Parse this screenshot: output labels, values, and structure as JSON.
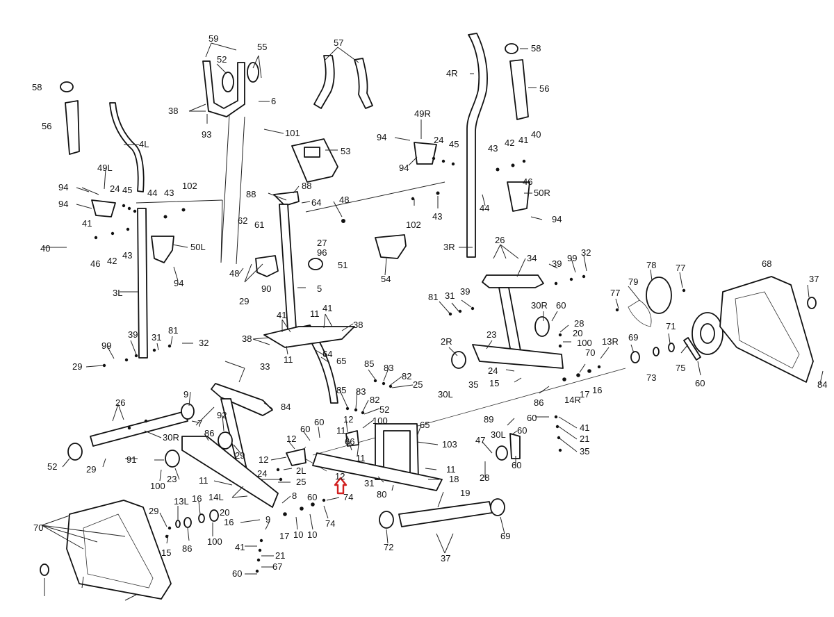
{
  "diagram": {
    "type": "exploded-parts-diagram",
    "accent_color": "#d11f1f",
    "ink_color": "#111111",
    "callout_labels": [
      "59",
      "52",
      "55",
      "57",
      "58",
      "4R",
      "56",
      "58",
      "56",
      "38",
      "6",
      "93",
      "101",
      "49R",
      "94",
      "24",
      "45",
      "43",
      "42",
      "41",
      "40",
      "94",
      "46",
      "4L",
      "53",
      "88",
      "88",
      "64",
      "50R",
      "94",
      "94",
      "49L",
      "24",
      "45",
      "44",
      "43",
      "102",
      "94",
      "48",
      "102",
      "43",
      "44",
      "41",
      "62",
      "61",
      "27",
      "96",
      "51",
      "40",
      "46",
      "42",
      "43",
      "50L",
      "94",
      "48",
      "90",
      "29",
      "54",
      "3R",
      "3L",
      "5",
      "26",
      "34",
      "39",
      "99",
      "32",
      "81",
      "31",
      "39",
      "78",
      "77",
      "77",
      "79",
      "68",
      "37",
      "41",
      "11",
      "41",
      "38",
      "38",
      "11",
      "64",
      "65",
      "30R",
      "60",
      "28",
      "100",
      "13R",
      "69",
      "71",
      "99",
      "39",
      "31",
      "81",
      "32",
      "29",
      "2R",
      "23",
      "20",
      "70",
      "73",
      "75",
      "60",
      "84",
      "85",
      "83",
      "82",
      "25",
      "24",
      "15",
      "16",
      "17",
      "14R",
      "86",
      "60",
      "30L",
      "35",
      "9",
      "26",
      "33",
      "84",
      "85",
      "83",
      "82",
      "52",
      "7",
      "30R",
      "92",
      "12",
      "11",
      "66",
      "65",
      "103",
      "89",
      "60",
      "100",
      "41",
      "21",
      "35",
      "52",
      "29",
      "91",
      "12",
      "60",
      "12",
      "60",
      "29",
      "11",
      "12",
      "11",
      "31",
      "18",
      "80",
      "47",
      "30L",
      "60",
      "28",
      "23",
      "100",
      "2L",
      "25",
      "24",
      "86",
      "11",
      "14L",
      "8",
      "60",
      "74",
      "19",
      "70",
      "29",
      "13L",
      "16",
      "20",
      "16",
      "17",
      "10",
      "10",
      "74",
      "72",
      "69",
      "15",
      "86",
      "100",
      "9",
      "41",
      "21",
      "37",
      "67",
      "60"
    ]
  }
}
